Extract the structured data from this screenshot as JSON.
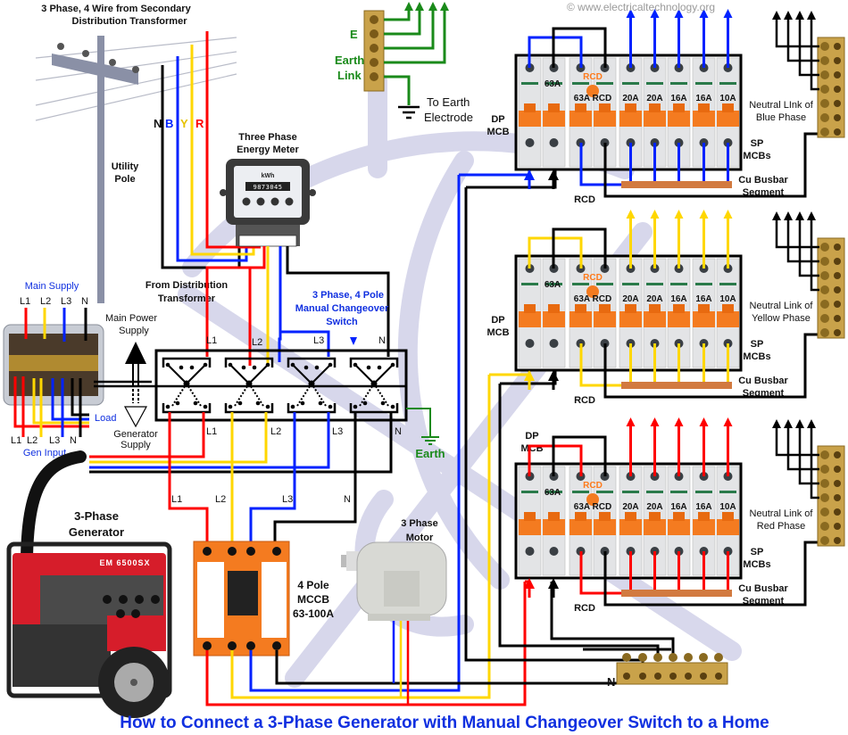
{
  "title": "How to Connect a 3-Phase Generator with Manual Changeover Switch to a Home",
  "watermark": "© www.electricaltechnology.org",
  "colors": {
    "red": "#ff0000",
    "yellow": "#ffd700",
    "blue": "#0022ff",
    "neutral": "#000000",
    "earth": "#1a8a1a",
    "title": "#1030e0",
    "breaker_orange": "#f47b20",
    "brass": "#c9a24a"
  },
  "supply": {
    "heading_line1": "3 Phase, 4 Wire from Secondary",
    "heading_line2": "Distribution Transformer",
    "pole_label_line1": "Utility",
    "pole_label_line2": "Pole",
    "wire_letters": [
      "N",
      "B",
      "Y",
      "R"
    ],
    "from_line1": "From Distribution",
    "from_line2": "Transformer"
  },
  "meter": {
    "label_line1": "Three Phase",
    "label_line2": "Energy Meter",
    "unit": "kWh",
    "reading": "9873045"
  },
  "earth_link": {
    "label_e": "E",
    "label_line1": "Earth",
    "label_line2": "Link",
    "electrode_line1": "To Earth",
    "electrode_line2": "Electrode"
  },
  "changeover_photo": {
    "main_supply": "Main Supply",
    "top_terminals": [
      "L1",
      "L2",
      "L3",
      "N"
    ],
    "load": "Load",
    "bottom_terminals": [
      "L1",
      "L2",
      "L3",
      "N"
    ],
    "gen_input": "Gen Input"
  },
  "power_flow": {
    "main_line1": "Main Power",
    "main_line2": "Supply",
    "gen_line1": "Generator",
    "gen_line2": "Supply"
  },
  "changeover_switch": {
    "label_line1": "3 Phase, 4 Pole",
    "label_line2": "Manual Changeover",
    "label_line3": "Switch",
    "top_terminals": [
      "L1",
      "L2",
      "L3",
      "N"
    ],
    "bottom_terminals": [
      "L1",
      "L2",
      "L3",
      "N"
    ],
    "earth_label": "Earth"
  },
  "generator": {
    "label_line1": "3-Phase",
    "label_line2": "Generator",
    "model": "EM 6500SX"
  },
  "mccb": {
    "input_terminals": [
      "L1",
      "L2",
      "L3",
      "N"
    ],
    "label_line1": "4 Pole",
    "label_line2": "MCCB",
    "label_line3": "63-100A"
  },
  "motor": {
    "label_line1": "3 Phase",
    "label_line2": "Motor"
  },
  "neutral_bar": {
    "label": "N"
  },
  "consumer_units": [
    {
      "phase": "Blue",
      "color_key": "blue",
      "dp_label_line1": "DP",
      "dp_label_line2": "MCB",
      "dp_rating": "63A",
      "rcd_tag": "RCD",
      "rcd_rating": "63A RCD",
      "sp_ratings": [
        "20A",
        "20A",
        "16A",
        "16A",
        "10A"
      ],
      "sp_label_line1": "SP",
      "sp_label_line2": "MCBs",
      "busbar_line1": "Cu Busbar",
      "busbar_line2": "Segment",
      "rcd_bottom": "RCD",
      "neutral_line1": "Neutral LInk of",
      "neutral_line2": "Blue Phase"
    },
    {
      "phase": "Yellow",
      "color_key": "yellow",
      "dp_label_line1": "DP",
      "dp_label_line2": "MCB",
      "dp_rating": "63A",
      "rcd_tag": "RCD",
      "rcd_rating": "63A RCD",
      "sp_ratings": [
        "20A",
        "20A",
        "16A",
        "16A",
        "10A"
      ],
      "sp_label_line1": "SP",
      "sp_label_line2": "MCBs",
      "busbar_line1": "Cu Busbar",
      "busbar_line2": "Segment",
      "rcd_bottom": "RCD",
      "neutral_line1": "Neutral Link of",
      "neutral_line2": "Yellow Phase"
    },
    {
      "phase": "Red",
      "color_key": "red",
      "dp_label_line1": "DP",
      "dp_label_line2": "MCB",
      "dp_rating": "63A",
      "rcd_tag": "RCD",
      "rcd_rating": "63A RCD",
      "sp_ratings": [
        "20A",
        "20A",
        "16A",
        "16A",
        "10A"
      ],
      "sp_label_line1": "SP",
      "sp_label_line2": "MCBs",
      "busbar_line1": "Cu Busbar",
      "busbar_line2": "Segment",
      "rcd_bottom": "RCD",
      "neutral_line1": "Neutral Link of",
      "neutral_line2": "Red Phase"
    }
  ]
}
